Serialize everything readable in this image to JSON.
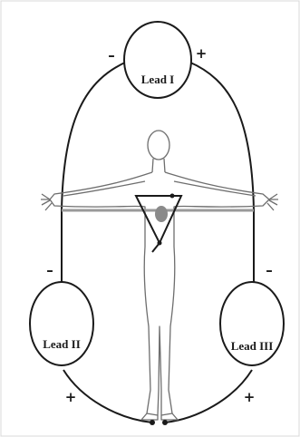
{
  "leads": {
    "lead1": {
      "label": "Lead I",
      "neg": "–",
      "pos": "+"
    },
    "lead2": {
      "label": "Lead II",
      "neg": "–",
      "pos": "+"
    },
    "lead3": {
      "label": "Lead III",
      "neg": "–",
      "pos": "+"
    }
  },
  "colors": {
    "line": "#1a1a1a",
    "body_outline": "#6e6e6e",
    "heart": "#8a8a8a",
    "frame": "#d8d8d8"
  },
  "icons": [
    "human-body-icon",
    "heart-icon"
  ]
}
